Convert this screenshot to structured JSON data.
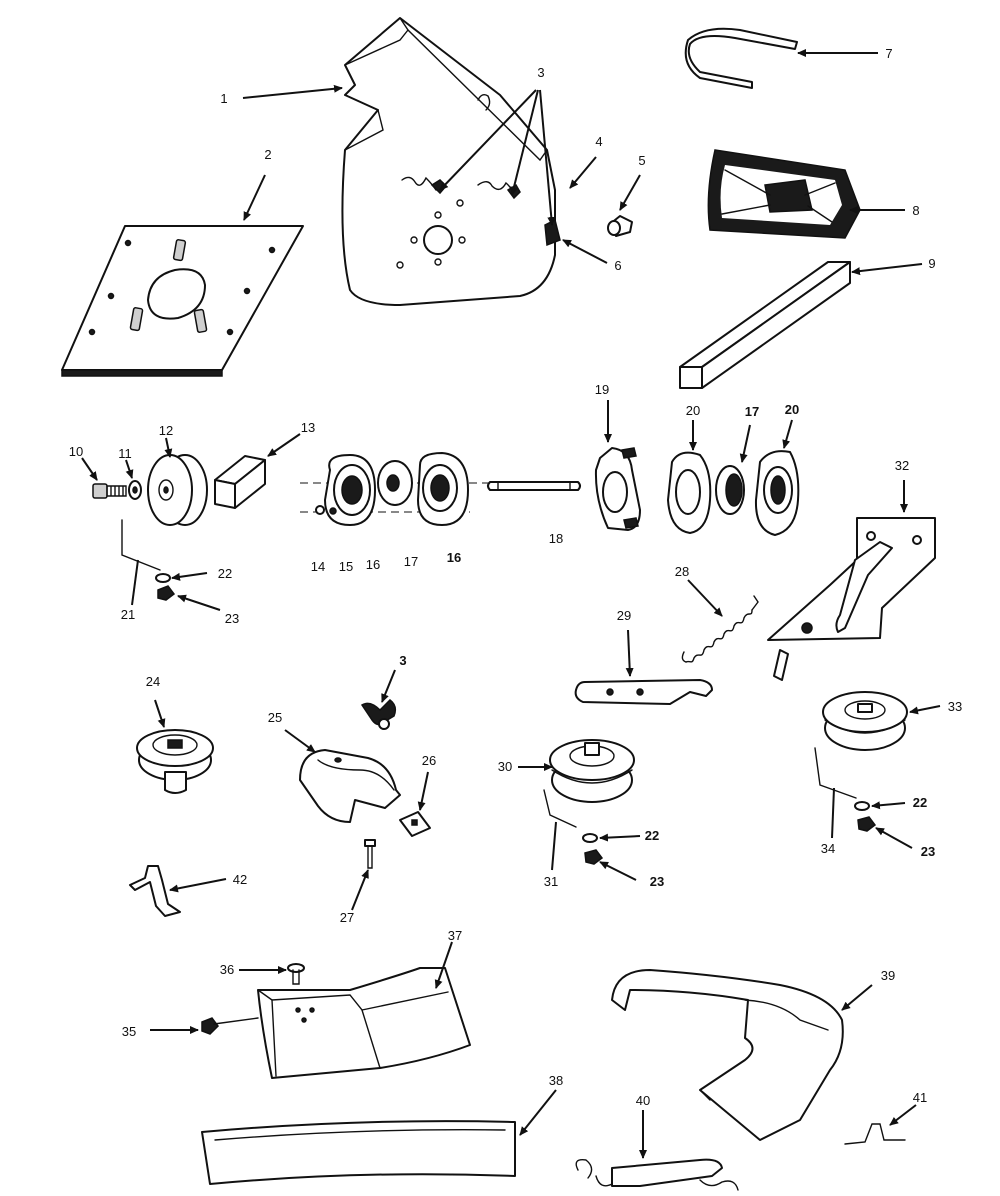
{
  "diagram": {
    "type": "exploded-parts-diagram",
    "callouts": [
      {
        "id": "c1",
        "label": "1"
      },
      {
        "id": "c2",
        "label": "2"
      },
      {
        "id": "c3a",
        "label": "3"
      },
      {
        "id": "c3b",
        "label": "3"
      },
      {
        "id": "c4",
        "label": "4"
      },
      {
        "id": "c5",
        "label": "5"
      },
      {
        "id": "c6",
        "label": "6"
      },
      {
        "id": "c7",
        "label": "7"
      },
      {
        "id": "c8",
        "label": "8"
      },
      {
        "id": "c9",
        "label": "9"
      },
      {
        "id": "c10",
        "label": "10"
      },
      {
        "id": "c11",
        "label": "11"
      },
      {
        "id": "c12",
        "label": "12"
      },
      {
        "id": "c13",
        "label": "13"
      },
      {
        "id": "c14",
        "label": "14"
      },
      {
        "id": "c15",
        "label": "15"
      },
      {
        "id": "c16a",
        "label": "16"
      },
      {
        "id": "c16b",
        "label": "16"
      },
      {
        "id": "c17a",
        "label": "17"
      },
      {
        "id": "c17b",
        "label": "17"
      },
      {
        "id": "c18",
        "label": "18"
      },
      {
        "id": "c19",
        "label": "19"
      },
      {
        "id": "c20a",
        "label": "20"
      },
      {
        "id": "c20b",
        "label": "20"
      },
      {
        "id": "c21",
        "label": "21"
      },
      {
        "id": "c22a",
        "label": "22"
      },
      {
        "id": "c22b",
        "label": "22"
      },
      {
        "id": "c22c",
        "label": "22"
      },
      {
        "id": "c23a",
        "label": "23"
      },
      {
        "id": "c23b",
        "label": "23"
      },
      {
        "id": "c23c",
        "label": "23"
      },
      {
        "id": "c24",
        "label": "24"
      },
      {
        "id": "c25",
        "label": "25"
      },
      {
        "id": "c26",
        "label": "26"
      },
      {
        "id": "c27",
        "label": "27"
      },
      {
        "id": "c28",
        "label": "28"
      },
      {
        "id": "c29",
        "label": "29"
      },
      {
        "id": "c30",
        "label": "30"
      },
      {
        "id": "c31",
        "label": "31"
      },
      {
        "id": "c32",
        "label": "32"
      },
      {
        "id": "c33",
        "label": "33"
      },
      {
        "id": "c34",
        "label": "34"
      },
      {
        "id": "c35",
        "label": "35"
      },
      {
        "id": "c36",
        "label": "36"
      },
      {
        "id": "c37",
        "label": "37"
      },
      {
        "id": "c38",
        "label": "38"
      },
      {
        "id": "c39",
        "label": "39"
      },
      {
        "id": "c40",
        "label": "40"
      },
      {
        "id": "c41",
        "label": "41"
      },
      {
        "id": "c42",
        "label": "42"
      }
    ],
    "colors": {
      "line": "#111111",
      "background": "#ffffff"
    }
  }
}
